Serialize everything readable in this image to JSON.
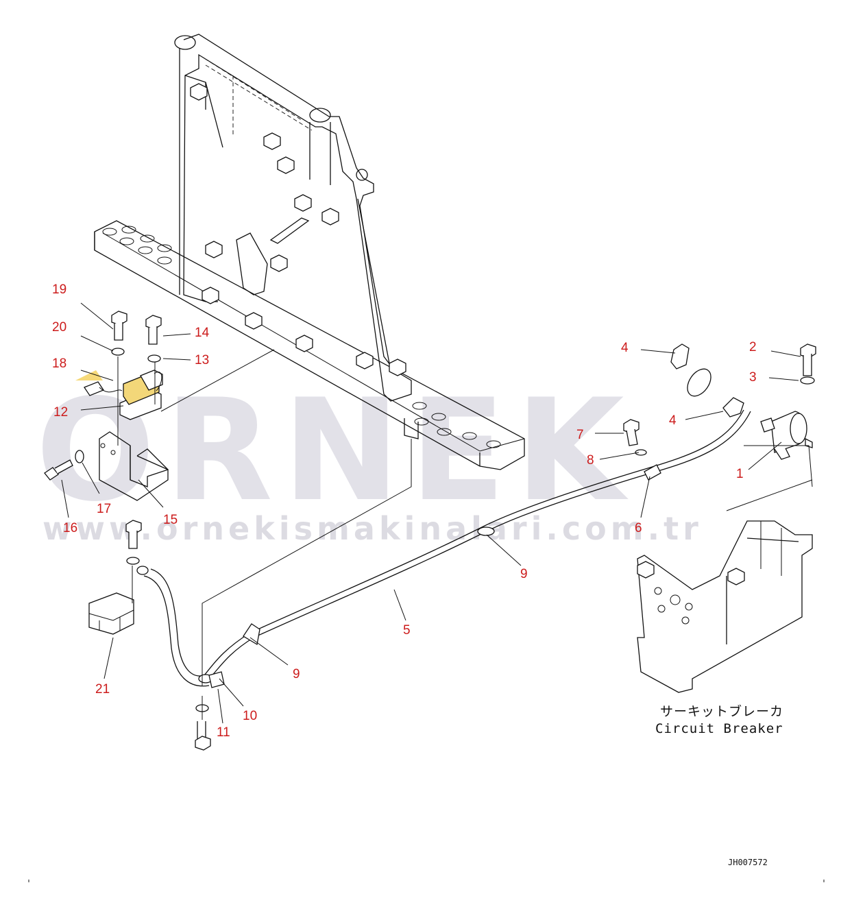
{
  "watermark": {
    "brand": "ORNEK",
    "url": "www.ornekismakinalari.com.tr"
  },
  "callouts": [
    {
      "id": "c1",
      "label": "1"
    },
    {
      "id": "c2",
      "label": "2"
    },
    {
      "id": "c3",
      "label": "3"
    },
    {
      "id": "c4a",
      "label": "4"
    },
    {
      "id": "c4b",
      "label": "4"
    },
    {
      "id": "c5",
      "label": "5"
    },
    {
      "id": "c6",
      "label": "6"
    },
    {
      "id": "c7",
      "label": "7"
    },
    {
      "id": "c8",
      "label": "8"
    },
    {
      "id": "c9a",
      "label": "9"
    },
    {
      "id": "c9b",
      "label": "9"
    },
    {
      "id": "c10",
      "label": "10"
    },
    {
      "id": "c11",
      "label": "11"
    },
    {
      "id": "c12",
      "label": "12"
    },
    {
      "id": "c13",
      "label": "13"
    },
    {
      "id": "c14",
      "label": "14"
    },
    {
      "id": "c15",
      "label": "15"
    },
    {
      "id": "c16",
      "label": "16"
    },
    {
      "id": "c17",
      "label": "17"
    },
    {
      "id": "c18",
      "label": "18"
    },
    {
      "id": "c19",
      "label": "19"
    },
    {
      "id": "c20",
      "label": "20"
    },
    {
      "id": "c21",
      "label": "21"
    }
  ],
  "caption": {
    "japanese": "サーキットブレーカ",
    "english": "Circuit Breaker"
  },
  "drawing_code": "JH007572",
  "colors": {
    "callout": "#cc1b1b",
    "line": "#111111",
    "watermark": "#e2e1e8",
    "highlight": "#f0c020"
  }
}
